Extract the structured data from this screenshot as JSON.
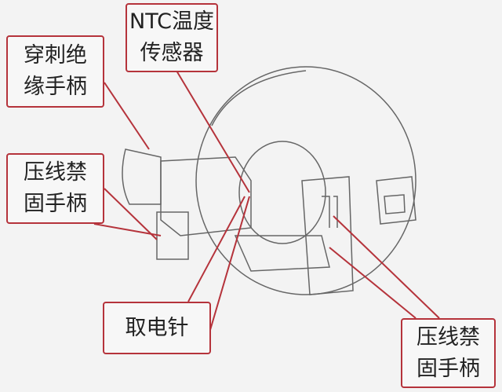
{
  "labels": {
    "piercing_handle": {
      "line1": "穿刺绝",
      "line2": "缘手柄"
    },
    "ntc_sensor": {
      "line1": "NTC温度",
      "line2": "传感器"
    },
    "clamp_handle_left": {
      "line1": "压线禁",
      "line2": "固手柄"
    },
    "power_pin": {
      "line1": "取电针"
    },
    "clamp_handle_right": {
      "line1": "压线禁",
      "line2": "固手柄"
    }
  },
  "colors": {
    "callout": "#b5333b",
    "line": "#555555",
    "background": "#f3f3f3"
  }
}
